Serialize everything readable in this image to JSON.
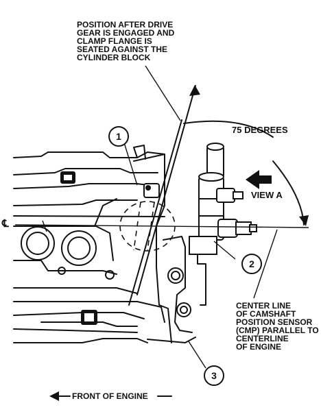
{
  "labels": {
    "position_note": [
      "POSITION AFTER DRIVE",
      "GEAR IS ENGAGED AND",
      "CLAMP FLANGE IS",
      "SEATED AGAINST THE",
      "CYLINDER BLOCK"
    ],
    "angle": "75 DEGREES",
    "view": "VIEW A",
    "centerline_symbol": "℄",
    "cmp_note": [
      "CENTER LINE",
      "OF CAMSHAFT",
      "POSITION SENSOR",
      "(CMP) PARALLEL TO",
      "CENTERLINE",
      "OF ENGINE"
    ],
    "front": "FRONT OF ENGINE"
  },
  "callouts": [
    "1",
    "2",
    "3"
  ]
}
